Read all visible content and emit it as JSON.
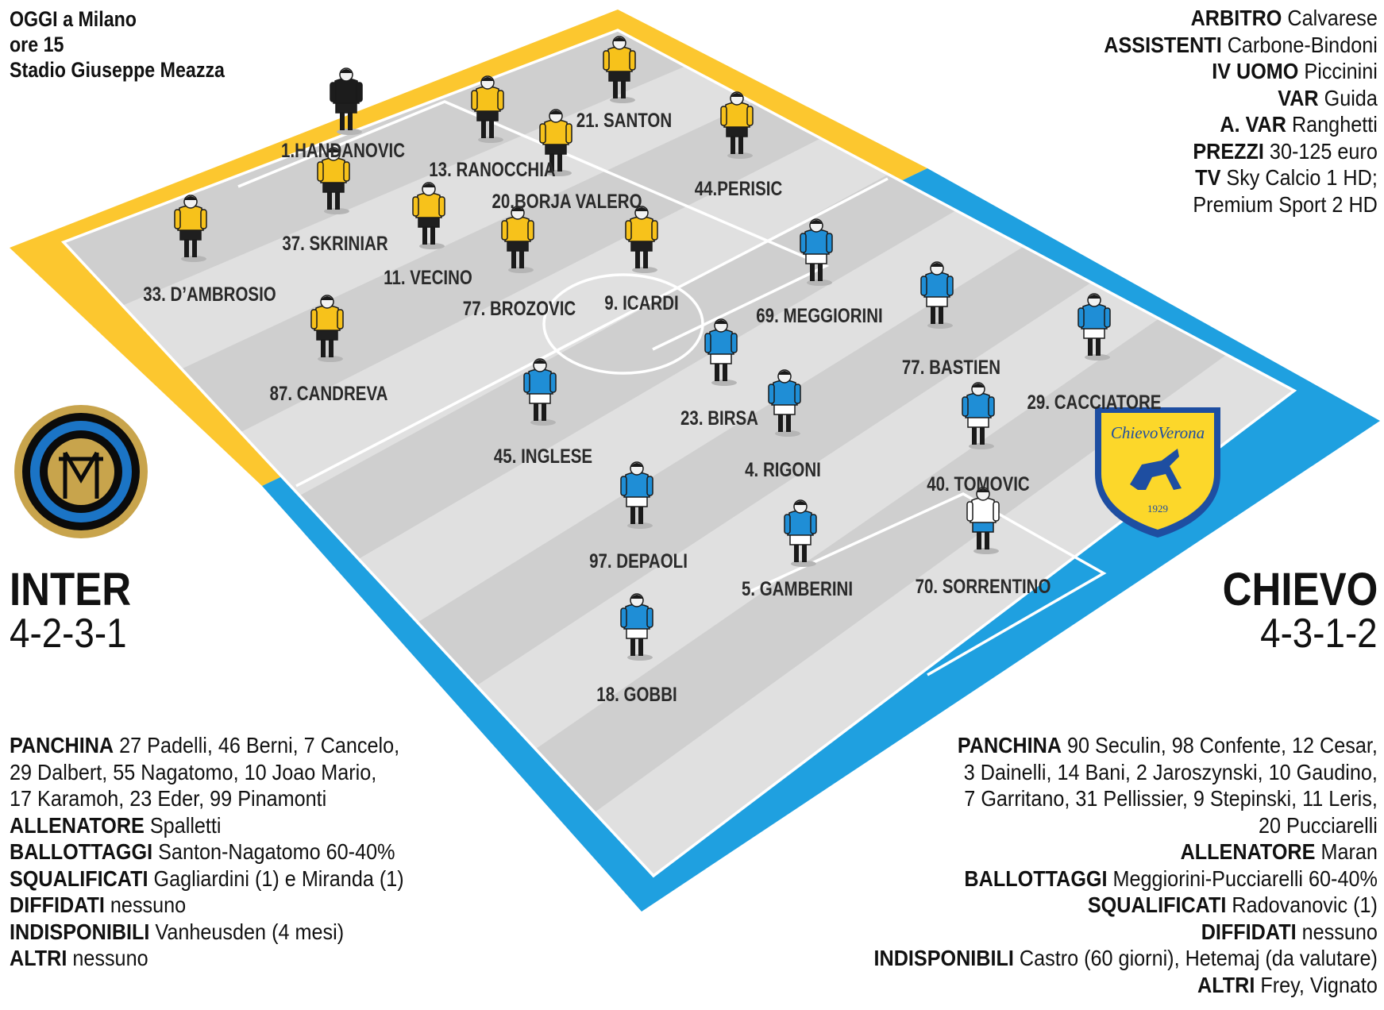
{
  "match": {
    "line1": "OGGI a Milano",
    "line2": "ore 15",
    "line3": "Stadio Giuseppe Meazza"
  },
  "officials": [
    {
      "label": "ARBITRO",
      "value": "Calvarese"
    },
    {
      "label": "ASSISTENTI",
      "value": "Carbone-Bindoni"
    },
    {
      "label": "IV UOMO",
      "value": "Piccinini"
    },
    {
      "label": "VAR",
      "value": "Guida"
    },
    {
      "label": "A. VAR",
      "value": "Ranghetti"
    },
    {
      "label": "PREZZI",
      "value": "30-125 euro"
    },
    {
      "label": "TV",
      "value": "Sky Calcio 1 HD;"
    },
    {
      "label": "",
      "value": "Premium Sport 2 HD"
    }
  ],
  "inter": {
    "name": "INTER",
    "formation": "4-2-3-1",
    "players": [
      "1.HANDANOVIC",
      "21. SANTON",
      "13. RANOCCHIA",
      "20.BORJA VALERO",
      "44.PERISIC",
      "37. SKRINIAR",
      "33. D’AMBROSIO",
      "11. VECINO",
      "77. BROZOVIC",
      "9. ICARDI",
      "87. CANDREVA"
    ],
    "notes": [
      {
        "label": "PANCHINA",
        "value": "27 Padelli, 46 Berni, 7 Cancelo,"
      },
      {
        "label": "",
        "value": "29 Dalbert, 55 Nagatomo, 10 Joao Mario,"
      },
      {
        "label": "",
        "value": "17 Karamoh, 23 Eder, 99 Pinamonti"
      },
      {
        "label": "ALLENATORE",
        "value": "Spalletti"
      },
      {
        "label": "BALLOTTAGGI",
        "value": "Santon-Nagatomo 60-40%"
      },
      {
        "label": "SQUALIFICATI",
        "value": "Gagliardini (1) e Miranda (1)"
      },
      {
        "label": "DIFFIDATI",
        "value": "nessuno"
      },
      {
        "label": "INDISPONIBILI",
        "value": "Vanheusden (4 mesi)"
      },
      {
        "label": "ALTRI",
        "value": "nessuno"
      }
    ],
    "colors": {
      "shirt": "#f7c21b",
      "shorts": "#1f1f1f",
      "keeper": "#1c1c1c",
      "band": "#fcc72f"
    }
  },
  "chievo": {
    "name": "CHIEVO",
    "formation": "4-3-1-2",
    "badge_text": "ChievoVerona",
    "badge_year": "1929",
    "players": [
      "69. MEGGIORINI",
      "77. BASTIEN",
      "29. CACCIATORE",
      "23. BIRSA",
      "45. INGLESE",
      "4. RIGONI",
      "40. TOMOVIC",
      "97. DEPAOLI",
      "5. GAMBERINI",
      "70. SORRENTINO",
      "18. GOBBI"
    ],
    "notes": [
      {
        "label": "PANCHINA",
        "value": "90 Seculin, 98 Confente, 12 Cesar,"
      },
      {
        "label": "",
        "value": "3 Dainelli, 14 Bani, 2 Jaroszynski, 10 Gaudino,"
      },
      {
        "label": "",
        "value": "7 Garritano, 31 Pellissier, 9 Stepinski, 11 Leris,"
      },
      {
        "label": "",
        "value": "20 Pucciarelli"
      },
      {
        "label": "ALLENATORE",
        "value": "Maran"
      },
      {
        "label": "BALLOTTAGGI",
        "value": "Meggiorini-Pucciarelli 60-40%"
      },
      {
        "label": "SQUALIFICATI",
        "value": "Radovanovic (1)"
      },
      {
        "label": "DIFFIDATI",
        "value": "nessuno"
      },
      {
        "label": "INDISPONIBILI",
        "value": "Castro (60 giorni), Hetemaj (da valutare)"
      },
      {
        "label": "ALTRI",
        "value": "Frey, Vignato"
      }
    ],
    "colors": {
      "shirt": "#1f8ed6",
      "shorts": "#ffffff",
      "keeper": "#ffffff",
      "band": "#1fa0e0"
    }
  }
}
